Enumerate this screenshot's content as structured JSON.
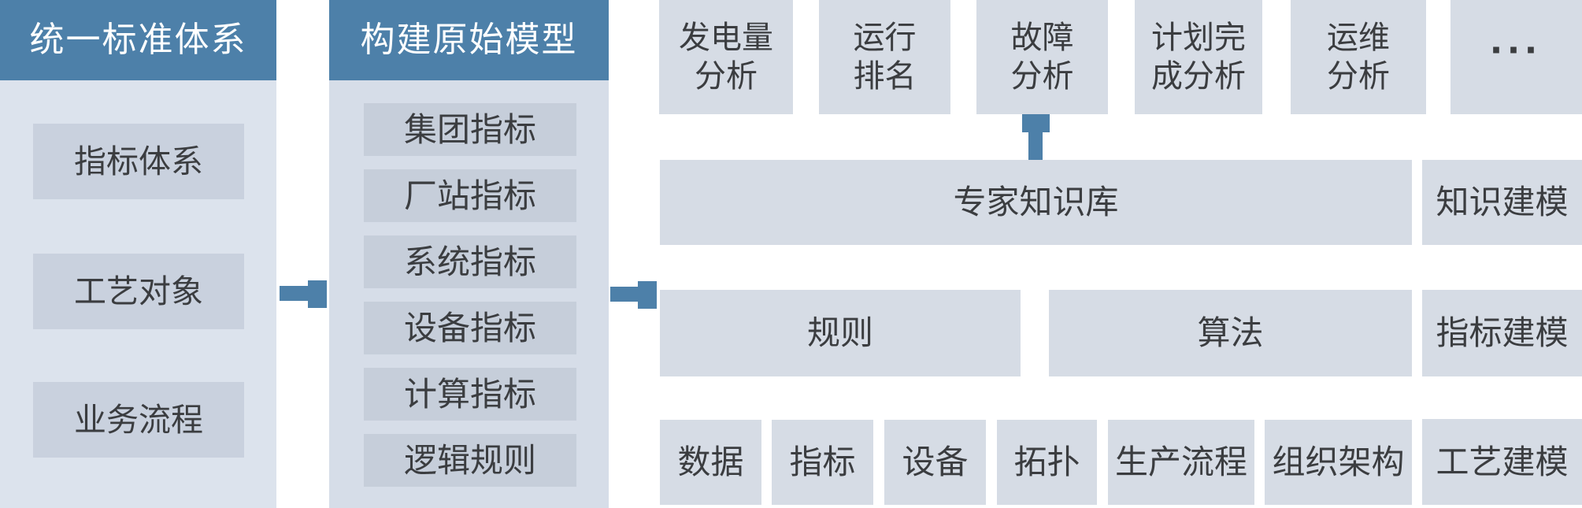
{
  "palette": {
    "accent_blue": "#4d80a9",
    "col1_panel": "#dce3ed",
    "col1_box": "#c9d1de",
    "col2_panel": "#d6dde8",
    "col2_box": "#c6ceda",
    "right_box": "#d6dce5",
    "text": "#3b3d40",
    "header_text": "#ffffff"
  },
  "col1": {
    "header": "统一标准体系",
    "items": [
      "指标体系",
      "工艺对象",
      "业务流程"
    ]
  },
  "col2": {
    "header": "构建原始模型",
    "items": [
      "集团指标",
      "厂站指标",
      "系统指标",
      "设备指标",
      "计算指标",
      "逻辑规则"
    ]
  },
  "top_row": [
    "发电量\n分析",
    "运行\n排名",
    "故障\n分析",
    "计划完\n成分析",
    "运维\n分析",
    "..."
  ],
  "middle": {
    "expert_kb": "专家知识库",
    "rules": "规则",
    "algorithm": "算法"
  },
  "bottom_row": [
    "数据",
    "指标",
    "设备",
    "拓扑",
    "生产流程",
    "组织架构"
  ],
  "right_col": {
    "knowledge_modeling": "知识建模",
    "indicator_modeling": "指标建模",
    "process_modeling": "工艺建模"
  }
}
